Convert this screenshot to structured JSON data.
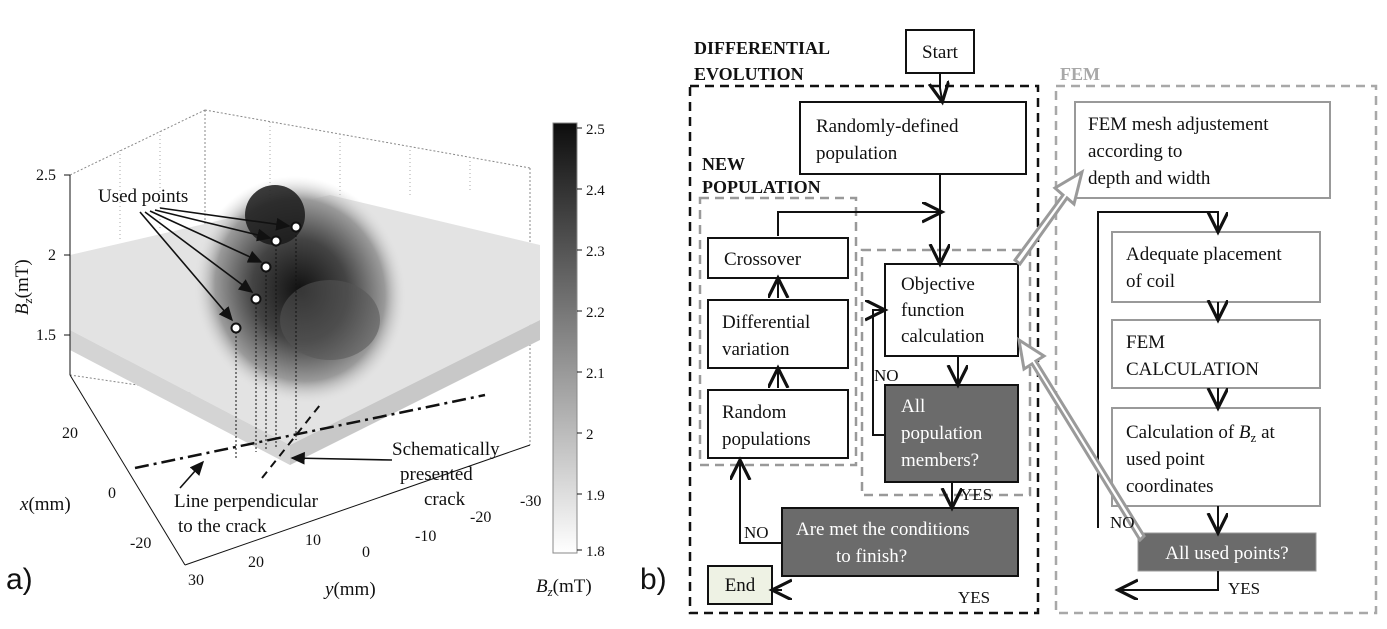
{
  "panel_a": {
    "letter": "a)",
    "z_axis": {
      "label_main": "B",
      "label_sub": "z",
      "label_unit": "(mT)",
      "ticks": [
        "2.5",
        "2",
        "1.5"
      ]
    },
    "x_axis": {
      "label_main": "x",
      "label_unit": "(mm)",
      "ticks": [
        "20",
        "0",
        "-20"
      ]
    },
    "y_axis": {
      "label_main": "y",
      "label_unit": "(mm)",
      "ticks": [
        "30",
        "20",
        "10",
        "0",
        "-10",
        "-20",
        "-30"
      ]
    },
    "colorbar": {
      "ticks": [
        "2.5",
        "2.4",
        "2.3",
        "2.2",
        "2.1",
        "2",
        "1.9",
        "1.8"
      ],
      "label_main": "B",
      "label_sub": "z",
      "label_unit": "(mT)",
      "color_top": "#0d0d0d",
      "color_bottom": "#ffffff"
    },
    "annotations": {
      "used_points": "Used points",
      "crack_line1": "Schematically",
      "crack_line2": "presented",
      "crack_line3": "crack",
      "perp_line1": "Line perpendicular",
      "perp_line2": "to the crack"
    }
  },
  "panel_b": {
    "letter": "b)",
    "start": "Start",
    "end": "End",
    "de_title_line1": "DIFFERENTIAL",
    "de_title_line2": "EVOLUTION",
    "newpop_title_line1": "NEW",
    "newpop_title_line2": "POPULATION",
    "fem_title": "FEM",
    "random_defined_line1": "Randomly-defined",
    "random_defined_line2": "population",
    "crossover": "Crossover",
    "diff_var_line1": "Differential",
    "diff_var_line2": "variation",
    "random_pop_line1": "Random",
    "random_pop_line2": "populations",
    "objective_line1": "Objective",
    "objective_line2": "function",
    "objective_line3": "calculation",
    "all_pop_line1": "All",
    "all_pop_line2": "population",
    "all_pop_line3": "members?",
    "conditions_line1": "Are met the conditions",
    "conditions_line2": "to finish?",
    "fem_mesh_line1": "FEM mesh adjustement",
    "fem_mesh_line2": "according to",
    "fem_mesh_line3": "depth and width",
    "coil_line1": "Adequate placement",
    "coil_line2": "of coil",
    "fem_calc_line1": "FEM",
    "fem_calc_line2": "CALCULATION",
    "calc_bz_prefix": "Calculation of ",
    "calc_bz_b": "B",
    "calc_bz_z": "z",
    "calc_bz_suffix": " at",
    "calc_bz_line2": "used point",
    "calc_bz_line3": "coordinates",
    "all_used_points": "All used points?",
    "no_label": "NO",
    "yes_label": "YES",
    "colors": {
      "dark_box": "#6b6b6b",
      "end_box": "#eef2e4",
      "fem_dashed": "#a8a8a8",
      "accent_arrow": "#9a9a9a"
    }
  }
}
